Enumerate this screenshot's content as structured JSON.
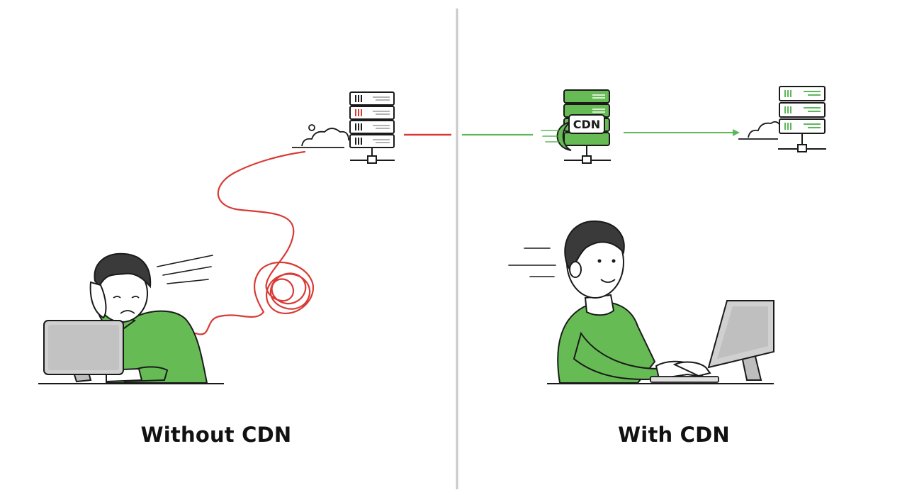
{
  "panels": {
    "left": {
      "caption": "Without CDN"
    },
    "right": {
      "caption": "With CDN",
      "cdn_badge": "CDN"
    }
  },
  "colors": {
    "slow_path": "#d93a35",
    "fast_path": "#5db85a",
    "shirt": "#67bb55",
    "outline": "#1a1a1a",
    "hair": "#3a3a3a",
    "monitor": "#bdbdbd",
    "divider": "#c9c9c9"
  },
  "icons": [
    "server-rack-icon",
    "cloud-icon",
    "cdn-server-icon",
    "speed-lines-icon",
    "monitor-icon"
  ]
}
